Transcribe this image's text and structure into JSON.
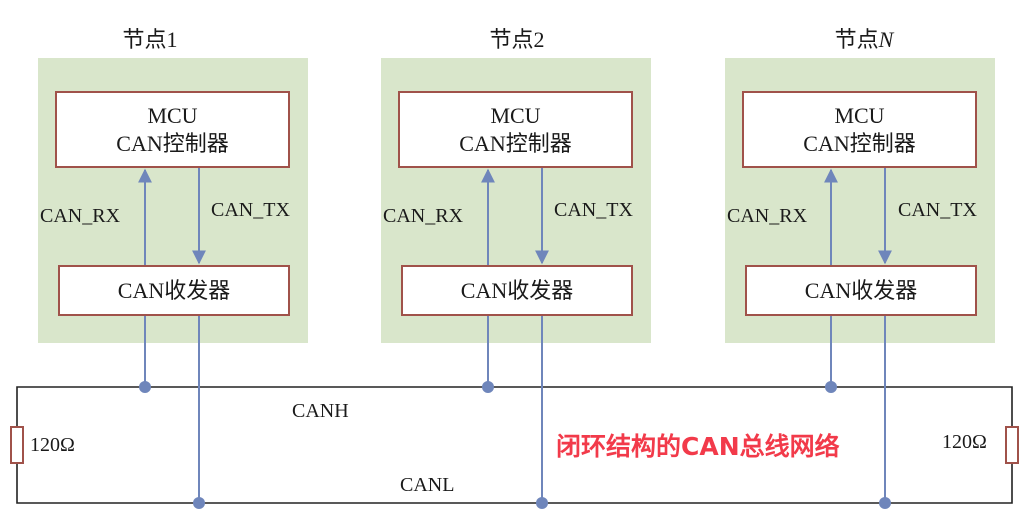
{
  "nodes": [
    {
      "title": "节点1",
      "mcu_line1": "MCU",
      "mcu_line2": "CAN控制器",
      "rx": "CAN_RX",
      "tx": "CAN_TX",
      "transceiver": "CAN收发器"
    },
    {
      "title": "节点2",
      "mcu_line1": "MCU",
      "mcu_line2": "CAN控制器",
      "rx": "CAN_RX",
      "tx": "CAN_TX",
      "transceiver": "CAN收发器"
    },
    {
      "title_prefix": "节点",
      "title_italic": "N",
      "mcu_line1": "MCU",
      "mcu_line2": "CAN控制器",
      "rx": "CAN_RX",
      "tx": "CAN_TX",
      "transceiver": "CAN收发器"
    }
  ],
  "bus": {
    "canh": "CANH",
    "canl": "CANL"
  },
  "resistors": {
    "left": "120Ω",
    "right": "120Ω"
  },
  "caption": "闭环结构的CAN总线网络",
  "colors": {
    "panel": "#d9e6cb",
    "box_border": "#a0524a",
    "wire": "#6f86bb",
    "bus_line": "#222222",
    "caption": "#f23a4a"
  }
}
